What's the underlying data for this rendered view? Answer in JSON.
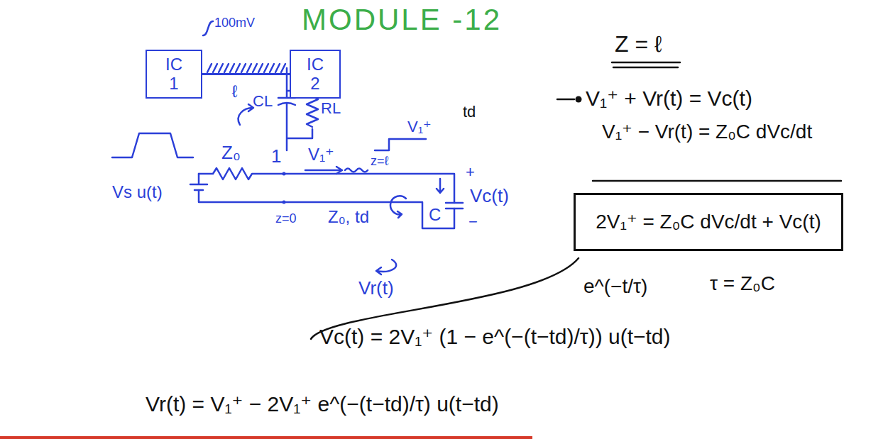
{
  "diagram": {
    "title": "MODULE -12",
    "nodes": [
      {
        "text": [
          "IC 1"
        ]
      },
      {
        "text": [
          "IC 2"
        ]
      },
      {
        "text": [
          "2V₁⁺ = Z₀C dVc/dt + Vc(t)"
        ]
      }
    ],
    "edges": [
      {
        "from": 0,
        "to": 1,
        "arrow": "none",
        "label": "ℓ"
      }
    ],
    "labels": [
      "100mV",
      "CL",
      "RL",
      "td",
      "Z = ℓ",
      "V₁⁺ + Vr(t) = Vc(t)",
      "V₁⁺ − Vr(t) = Z₀C dVc/dt",
      "e^(−t/τ)",
      "τ = Z₀C",
      "Vc(t) = 2V₁⁺ (1 − e^(−(t−td)/τ)) u(t−td)",
      "Vr(t) = V₁⁺ − 2V₁⁺ e^(−(t−td)/τ) u(t−td)",
      "Z₀",
      "1",
      "V₁⁺",
      "V₁⁺",
      "z=ℓ",
      "Vs u(t)",
      "Z₀, td",
      "z=0",
      "C",
      "Vc(t)",
      "+",
      "−",
      "Vr(t)"
    ]
  }
}
